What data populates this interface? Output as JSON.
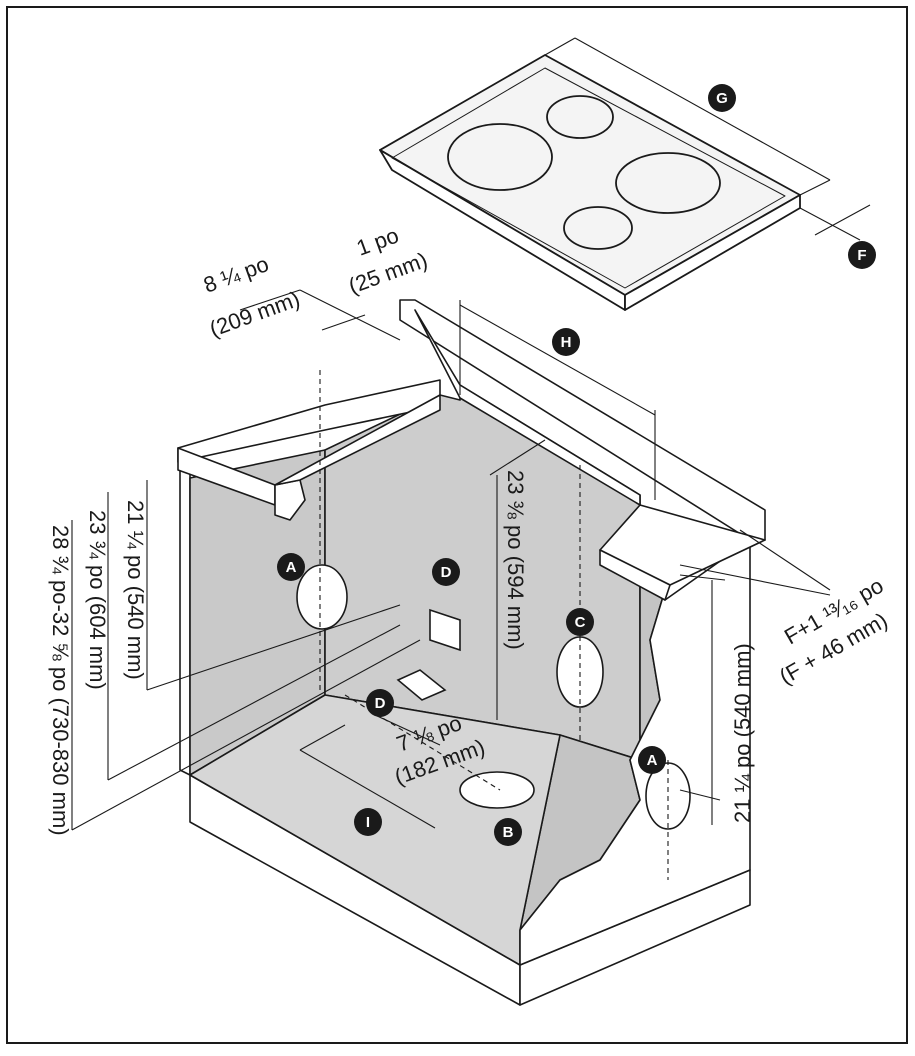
{
  "markers": {
    "a1": "A",
    "a2": "A",
    "b": "B",
    "c": "C",
    "d1": "D",
    "d2": "D",
    "f": "F",
    "g": "G",
    "h": "H",
    "i": "I"
  },
  "dimensions": {
    "top_left_line1": "8 ¼ po",
    "top_left_line2": "(209 mm)",
    "top_gap_line1": "1 po",
    "top_gap_line2": "(25 mm)",
    "left_inner": "21 ¼ po (540 mm)",
    "left_middle": "23 ¾ po (604 mm)",
    "left_outer": "28 ¾ po-32 ⅝ po (730-830 mm)",
    "depth_center": "23 ⅜ po (594 mm)",
    "floor_line1": "7 ⅛ po",
    "floor_line2": "(182 mm)",
    "right_offset_line1": "F+1 ¹³⁄₁₆ po",
    "right_offset_line2": "(F + 46 mm)",
    "right_height": "21 ¼ po (540 mm)"
  },
  "colors": {
    "ink": "#1a1a1a",
    "panel": "#cfcfcf",
    "panel_dark": "#b9b9b9",
    "floor": "#d9d9d9",
    "cooktop": "#f4f4f4",
    "badge": "#1a1a1a"
  }
}
